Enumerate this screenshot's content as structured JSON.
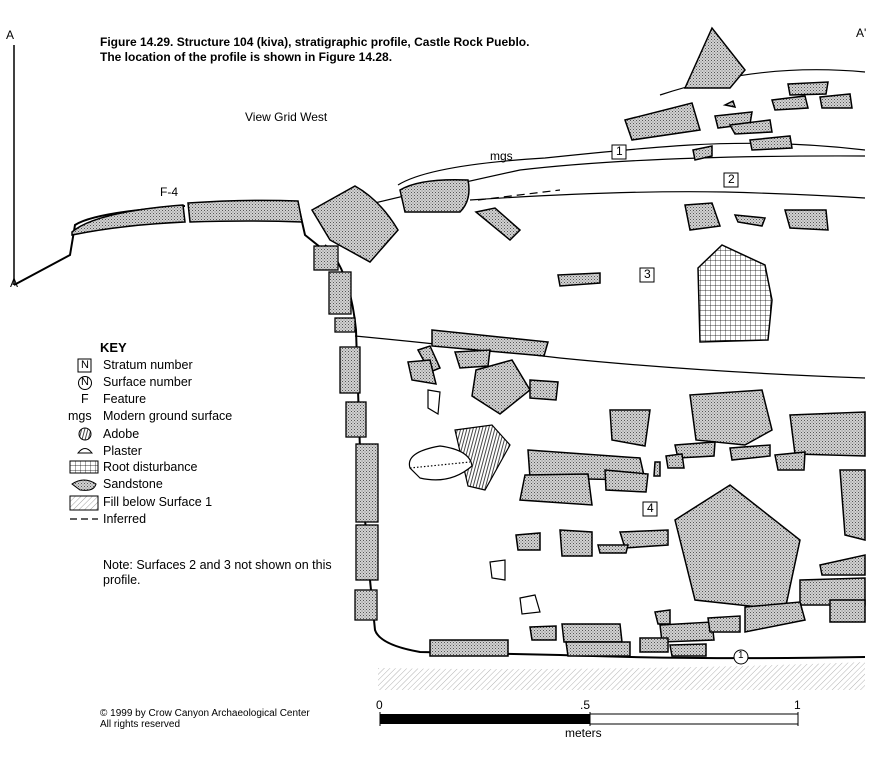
{
  "caption": {
    "line1": "Figure 14.29.  Structure 104 (kiva), stratigraphic profile, Castle Rock Pueblo.",
    "line2": "The location of the profile is shown in Figure 14.28."
  },
  "view_label": "View Grid West",
  "section_label_left": "A",
  "section_label_right": "A'",
  "feature_label": "F-4",
  "mgs_label": "mgs",
  "strata": [
    "1",
    "2",
    "3",
    "4"
  ],
  "surface_number": "1",
  "key": {
    "title": "KEY",
    "items": [
      {
        "symbol": "N",
        "label": "Stratum number"
      },
      {
        "symbol": "N",
        "label": "Surface number"
      },
      {
        "symbol": "F",
        "label": "Feature"
      },
      {
        "symbol": "mgs",
        "label": "Modern ground surface"
      },
      {
        "symbol": "adobe",
        "label": "Adobe"
      },
      {
        "symbol": "plaster",
        "label": "Plaster"
      },
      {
        "symbol": "root",
        "label": "Root disturbance"
      },
      {
        "symbol": "sandstone",
        "label": "Sandstone"
      },
      {
        "symbol": "fill",
        "label": "Fill below Surface 1"
      },
      {
        "symbol": "inferred",
        "label": "Inferred"
      }
    ]
  },
  "note": "Note: Surfaces 2 and 3 not shown on this profile.",
  "copyright": {
    "line1": "© 1999 by Crow Canyon Archaeological Center",
    "line2": "All rights reserved"
  },
  "scale": {
    "ticks": [
      "0",
      ".5",
      "1"
    ],
    "unit": "meters"
  }
}
